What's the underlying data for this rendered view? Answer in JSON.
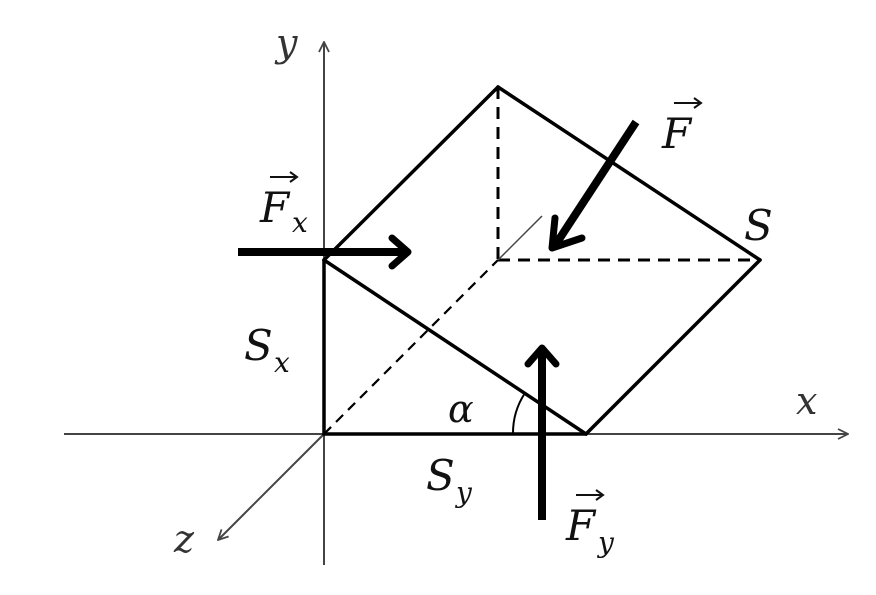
{
  "axes": {
    "x_label": "x",
    "y_label": "y",
    "z_label": "z"
  },
  "labels": {
    "force": {
      "vec_arrow": "⃗",
      "base": "F",
      "sub": ""
    },
    "force_x": {
      "base": "F",
      "sub": "x"
    },
    "force_y": {
      "base": "F",
      "sub": "y"
    },
    "surface": "S",
    "surface_x": {
      "base": "S",
      "sub": "x"
    },
    "surface_y": {
      "base": "S",
      "sub": "y"
    },
    "angle": "α"
  },
  "colors": {
    "ink": "#000000",
    "axis": "#444444",
    "background": "#ffffff"
  }
}
